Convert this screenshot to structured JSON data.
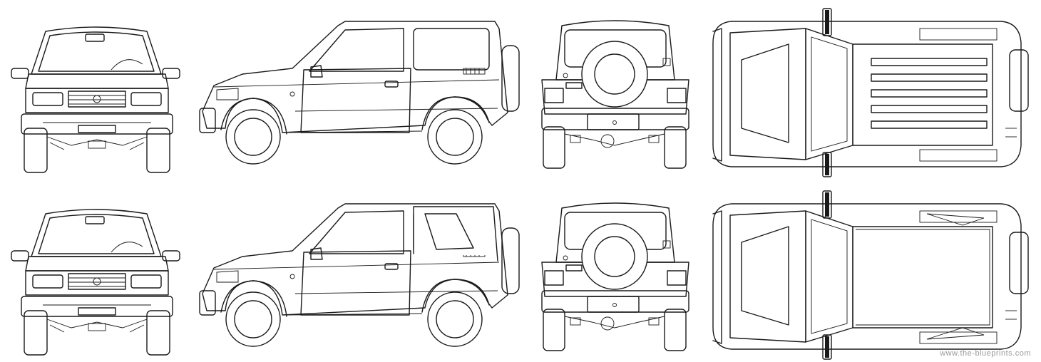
{
  "watermark": "www.the-blueprints.com",
  "rows": [
    {
      "name": "hardtop",
      "views": [
        "front",
        "side",
        "rear",
        "top"
      ]
    },
    {
      "name": "softtop",
      "views": [
        "front",
        "side",
        "rear",
        "top"
      ]
    }
  ]
}
